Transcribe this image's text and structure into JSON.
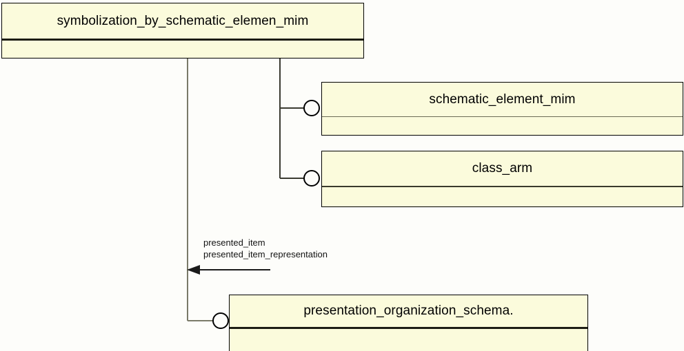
{
  "diagram": {
    "kind": "express-g-schema-diagram",
    "background_color": "#fdfdfa",
    "entity_fill_color": "#fbfbdc",
    "entity_border_color": "#000000",
    "connector_color": "#3a3a30",
    "text_color": "#000000"
  },
  "entities": [
    {
      "id": "root",
      "label": "symbolization_by_schematic_elemen_mim",
      "separator": "thick"
    },
    {
      "id": "schematic_element_mim",
      "label": "schematic_element_mim",
      "separator": "thin"
    },
    {
      "id": "class_arm",
      "label": "class_arm",
      "separator": "medium"
    },
    {
      "id": "presentation_organization_schema",
      "label": "presentation_organization_schema.",
      "separator": "thick"
    }
  ],
  "relationships": [
    {
      "id": "presented-item",
      "labels": [
        "presented_item",
        "presented_item_representation"
      ],
      "arrow_direction": "left"
    }
  ]
}
